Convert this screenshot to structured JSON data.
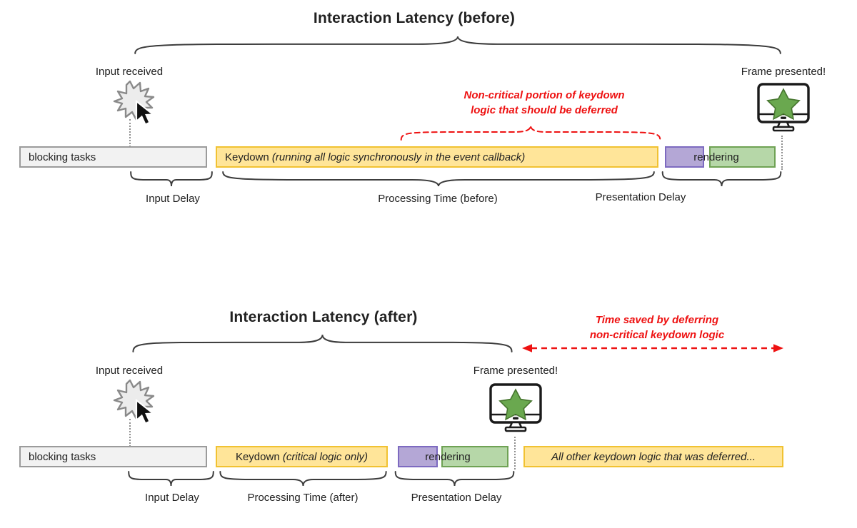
{
  "colors": {
    "yellow_fill": "#ffe599",
    "yellow_border": "#f1c232",
    "purple_fill": "#b4a7d6",
    "purple_border": "#7d6ac0",
    "green_fill": "#b6d7a8",
    "green_border": "#6fa254",
    "gray_fill": "#f2f2f2",
    "gray_border": "#9b9b9b",
    "red_accent": "#ee1111",
    "star_green": "#6aa84f",
    "dot": "#8f8f8f"
  },
  "icons": {
    "input_received": "click-burst-icon with cursor-icon",
    "frame_presented": "monitor-with-star-icon"
  },
  "before": {
    "title": "Interaction Latency (before)",
    "input_received_label": "Input received",
    "frame_presented_label": "Frame presented!",
    "deferred_note_line1": "Non-critical portion of keydown",
    "deferred_note_line2": "logic that should be deferred",
    "bars": {
      "blocking": "blocking tasks",
      "keydown_prefix": "Keydown ",
      "keydown_italic": "(running all logic synchronously in the event callback)",
      "rendering": "rendering"
    },
    "brace_labels": {
      "input_delay": "Input Delay",
      "processing_time": "Processing Time (before)",
      "presentation_delay": "Presentation Delay"
    }
  },
  "after": {
    "title": "Interaction Latency (after)",
    "time_saved_line1": "Time saved by deferring",
    "time_saved_line2": "non-critical keydown logic",
    "input_received_label": "Input received",
    "frame_presented_label": "Frame presented!",
    "bars": {
      "blocking": "blocking tasks",
      "keydown_prefix": "Keydown ",
      "keydown_italic": "(critical logic only)",
      "rendering": "rendering",
      "deferred": "All other keydown logic that was deferred..."
    },
    "brace_labels": {
      "input_delay": "Input Delay",
      "processing_time": "Processing Time (after)",
      "presentation_delay": "Presentation Delay"
    }
  }
}
